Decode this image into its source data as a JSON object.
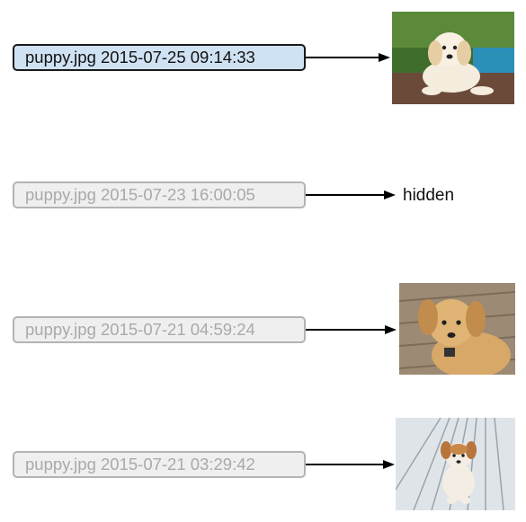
{
  "versions": [
    {
      "label": "puppy.jpg 2015-07-25 09:14:33",
      "state": "current",
      "preview": "puppy-photo-lying-on-rock"
    },
    {
      "label": "puppy.jpg 2015-07-23 16:00:05",
      "state": "previous",
      "preview_text": "hidden"
    },
    {
      "label": "puppy.jpg 2015-07-21 04:59:24",
      "state": "previous",
      "preview": "puppy-photo-on-wood-deck"
    },
    {
      "label": "puppy.jpg 2015-07-21 03:29:42",
      "state": "previous",
      "preview": "puppy-photo-on-boardwalk"
    }
  ],
  "colors": {
    "current_fill": "#cfe2f3",
    "current_border": "#1a1a1a",
    "previous_fill": "#efefef",
    "previous_border": "#b3b3b3",
    "previous_text": "#a9a9a9",
    "arrow": "#000000"
  }
}
